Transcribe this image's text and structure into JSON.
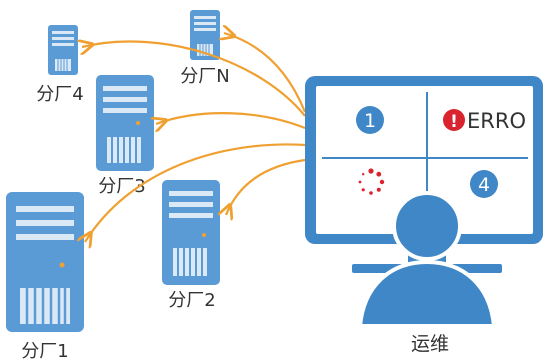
{
  "servers": [
    {
      "id": "n",
      "label": "分厂N"
    },
    {
      "id": "f4",
      "label": "分厂4"
    },
    {
      "id": "f3",
      "label": "分厂3"
    },
    {
      "id": "f2",
      "label": "分厂2"
    },
    {
      "id": "f1",
      "label": "分厂1"
    }
  ],
  "monitor": {
    "quad1": "1",
    "quad2_icon": "!",
    "quad2_text": "ERRO",
    "quad4": "4"
  },
  "operator_label": "运维",
  "colors": {
    "server_fill": "#5b9bd5",
    "server_dark": "#2f6fae",
    "server_light": "#dbe9f7",
    "arrow": "#f0a030",
    "monitor_blue": "#3f87c6",
    "error_red": "#d9232e",
    "label_gray": "#333333"
  }
}
